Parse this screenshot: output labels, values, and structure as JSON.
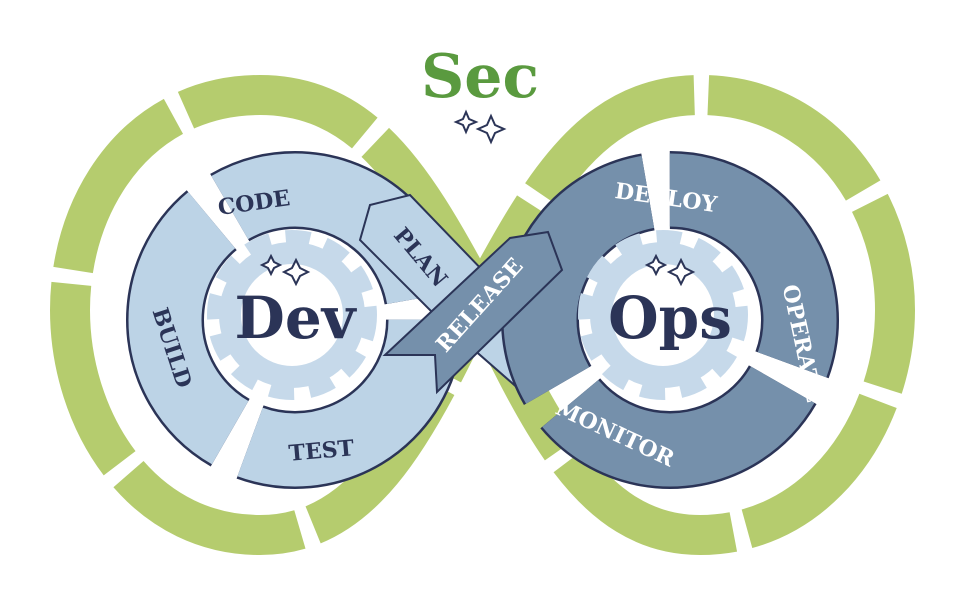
{
  "title": {
    "prefix": "Sec"
  },
  "dev": {
    "center": "Dev",
    "stages": [
      "CODE",
      "BUILD",
      "TEST",
      "PLAN"
    ]
  },
  "ops": {
    "center": "Ops",
    "stages": [
      "DEPLOY",
      "OPERATE",
      "MONITOR"
    ]
  },
  "bridge": {
    "label": "RELEASE"
  },
  "colors": {
    "loop_green": "#b5cc6e",
    "sec_green": "#5a9a3f",
    "dev_light_blue": "#bcd3e6",
    "ops_slate_blue": "#7590ab",
    "gear_blue": "#c6d9ea",
    "text_navy": "#2b3457",
    "outline": "#2b3457"
  },
  "icons": [
    "sparkle-icon",
    "gear-icon",
    "arrow-icon"
  ]
}
